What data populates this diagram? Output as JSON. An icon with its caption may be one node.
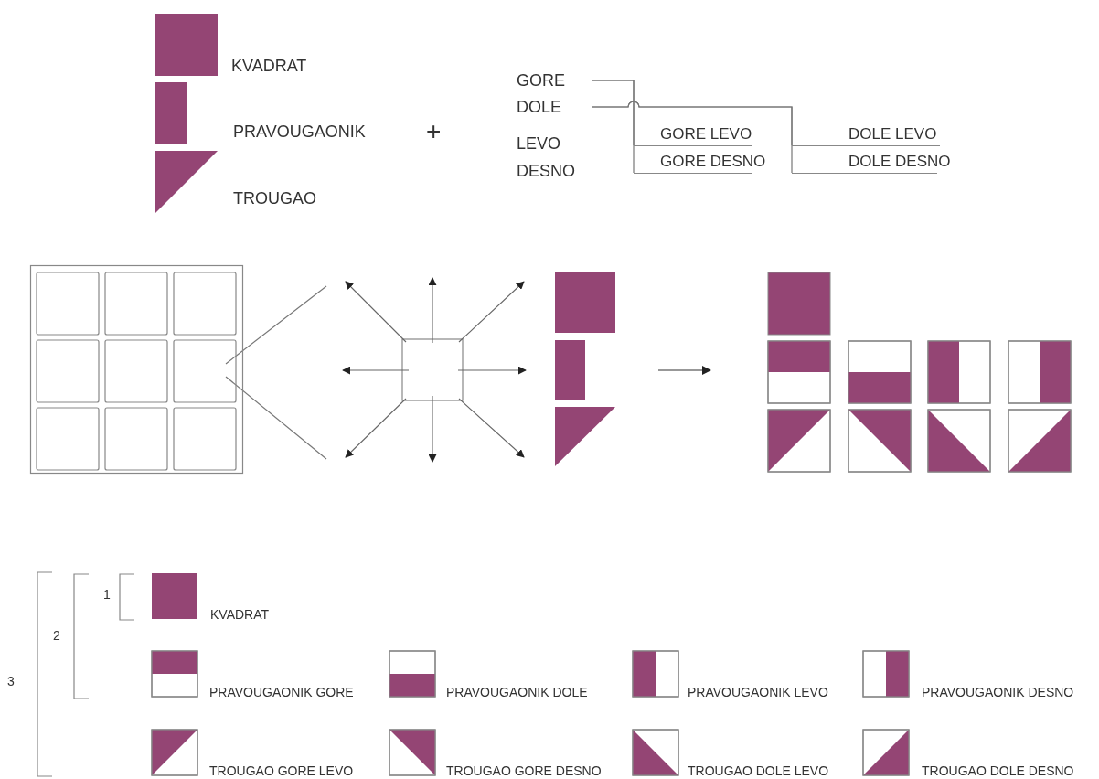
{
  "diagram": {
    "nodes": [
      {
        "text": [
          "GORE"
        ]
      },
      {
        "text": [
          "DOLE"
        ]
      },
      {
        "text": [
          "GORE LEVO"
        ]
      },
      {
        "text": [
          "DOLE LEVO"
        ]
      },
      {
        "text": [
          "GORE DESNO"
        ]
      },
      {
        "text": [
          "DOLE DESNO"
        ]
      },
      {
        "text": [],
        "shape": "picture"
      },
      {
        "text": [],
        "shape": "picture"
      },
      {
        "text": [],
        "shape": "picture"
      }
    ],
    "edges": [
      {
        "from": 0,
        "to": 2,
        "arrow": "none"
      },
      {
        "from": 0,
        "to": 4,
        "arrow": "none"
      },
      {
        "from": 1,
        "to": 3,
        "arrow": "none"
      },
      {
        "from": 1,
        "to": 5,
        "arrow": "none"
      },
      {
        "from": 6,
        "to": null,
        "arrow": "none"
      },
      {
        "from": 6,
        "to": null,
        "arrow": "none"
      },
      {
        "from": 7,
        "to": 8,
        "arrow": "to"
      }
    ],
    "labels": [
      "KVADRAT",
      "PRAVOUGAONIK",
      "+",
      "LEVO",
      "DESNO",
      "TROUGAO",
      "1",
      "KVADRAT",
      "2",
      "3",
      "PRAVOUGAONIK GORE",
      "PRAVOUGAONIK DOLE",
      "PRAVOUGAONIK LEVO",
      "PRAVOUGAONIK DESNO",
      "TROUGAO GORE LEVO",
      "TROUGAO GORE DESNO",
      "TROUGAO DOLE LEVO",
      "TROUGAO DOLE DESNO"
    ]
  }
}
